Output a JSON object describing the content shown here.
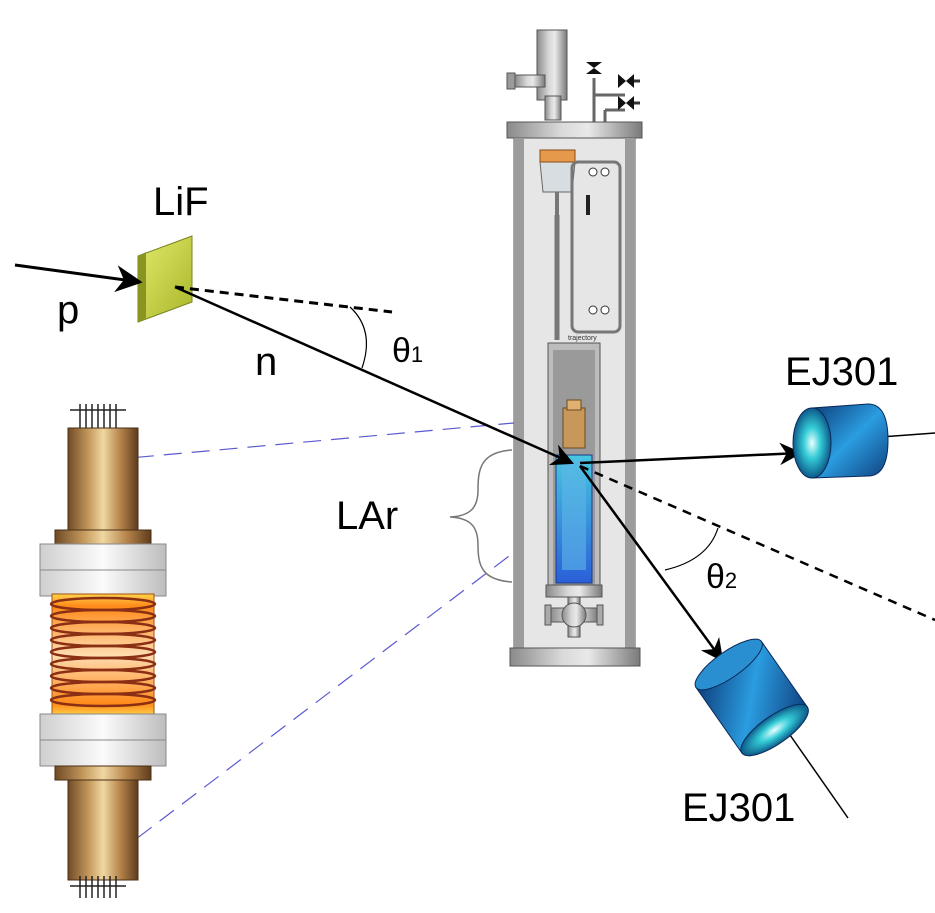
{
  "labels": {
    "lif": "LiF",
    "p": "p",
    "n": "n",
    "theta1": "θ",
    "theta1_sub": "1",
    "theta2": "θ",
    "theta2_sub": "2",
    "lar": "LAr",
    "detector_top": "EJ301",
    "detector_bottom": "EJ301",
    "cryostat_tag": "trajectory"
  },
  "colors": {
    "lif_target": "#c8d53a",
    "detector": "#1f8fd0",
    "copper": "#b5763f",
    "coil": "#9a3a1f",
    "lar_liquid": "#3a9be0",
    "dashed_guide": "#5a5ad0"
  }
}
